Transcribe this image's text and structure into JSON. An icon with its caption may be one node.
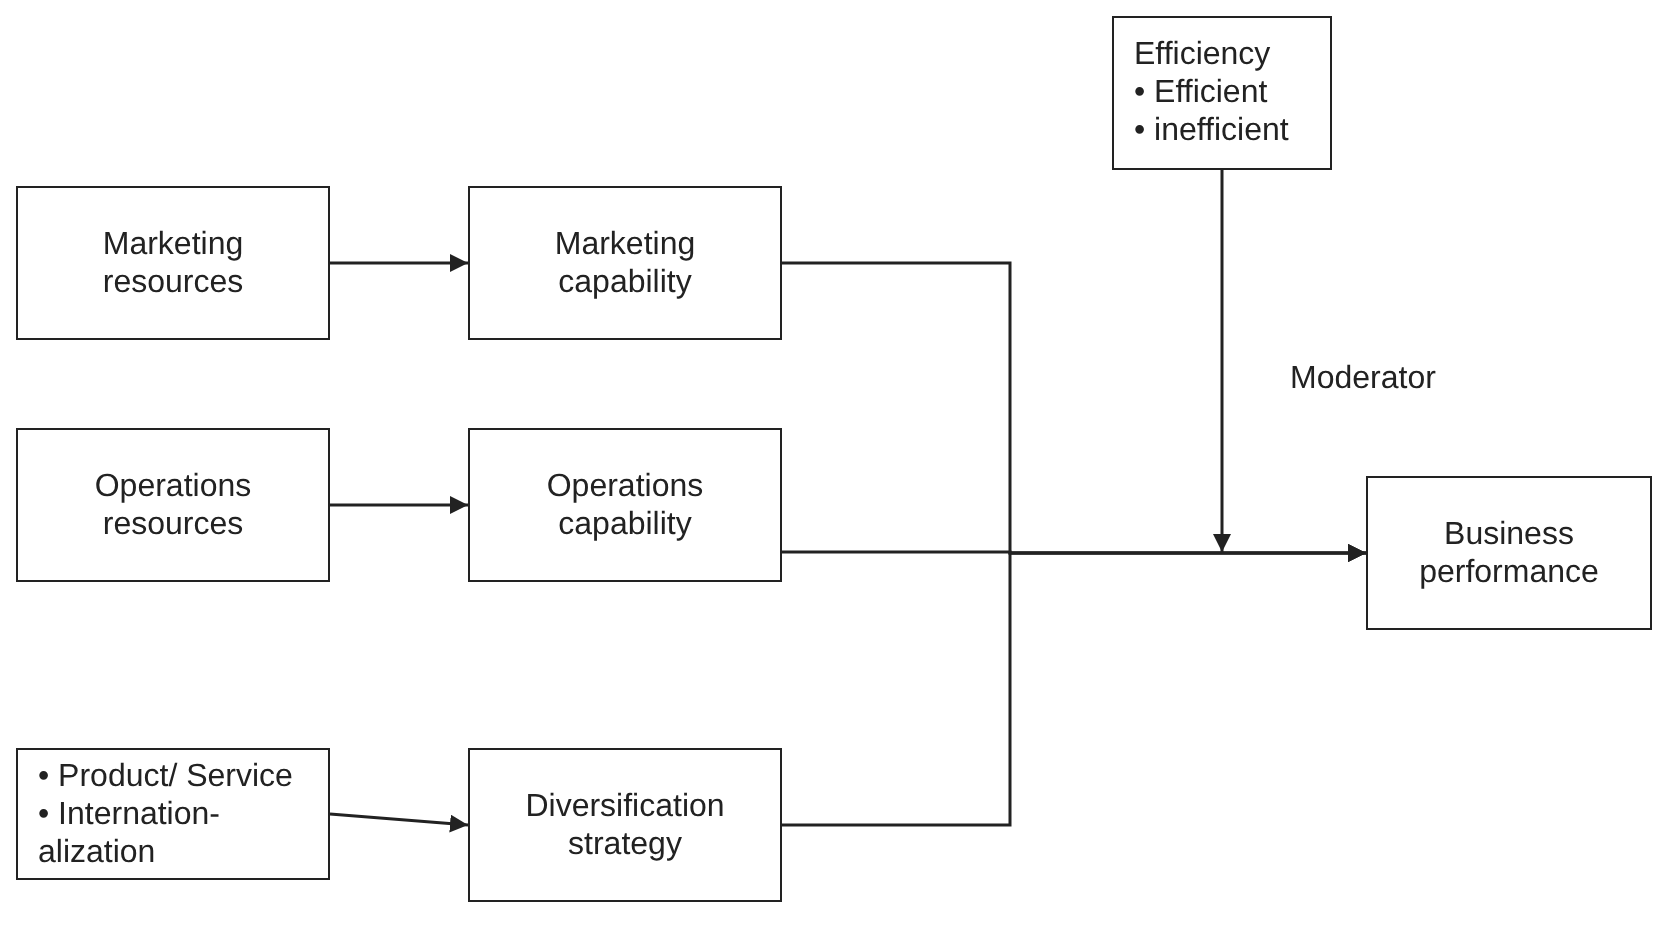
{
  "diagram": {
    "nodes": [
      {
        "text": [
          "Marketing resources"
        ]
      },
      {
        "text": [
          "Marketing capability"
        ]
      },
      {
        "text": [
          "Operations resources"
        ]
      },
      {
        "text": [
          "Operations capability"
        ]
      },
      {
        "text": [
          "• Product/ Service",
          "• Internation- alization"
        ]
      },
      {
        "text": [
          "Diversification strategy"
        ]
      },
      {
        "text": [
          "Efficiency",
          "• Efficient",
          "• inefficient"
        ]
      },
      {
        "text": [
          "Business performance"
        ]
      }
    ],
    "edges": [
      {
        "from": 0,
        "to": 1,
        "arrow": "to"
      },
      {
        "from": 2,
        "to": 3,
        "arrow": "to"
      },
      {
        "from": 4,
        "to": 5,
        "arrow": "to"
      },
      {
        "from": 1,
        "to": 7,
        "arrow": "to"
      },
      {
        "from": 3,
        "to": 7,
        "arrow": "to"
      },
      {
        "from": 5,
        "to": 7,
        "arrow": "to"
      },
      {
        "from": 6,
        "to": null,
        "arrow": "to"
      }
    ],
    "labels": [
      "Moderator"
    ]
  }
}
